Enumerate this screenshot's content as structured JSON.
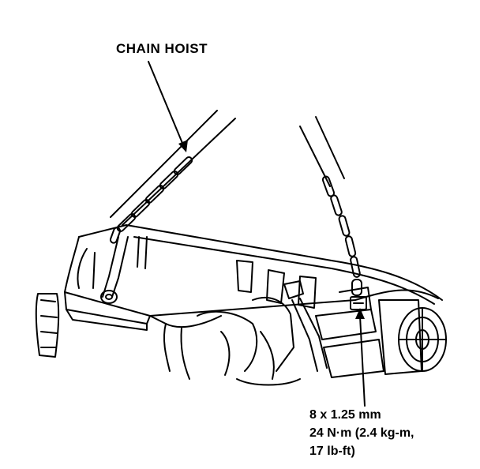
{
  "labels": {
    "chain_hoist": "CHAIN HOIST",
    "bolt_size": "8 x 1.25 mm",
    "torque_metric": "24 N·m (2.4 kg-m,",
    "torque_imperial": "17 lb-ft)"
  }
}
